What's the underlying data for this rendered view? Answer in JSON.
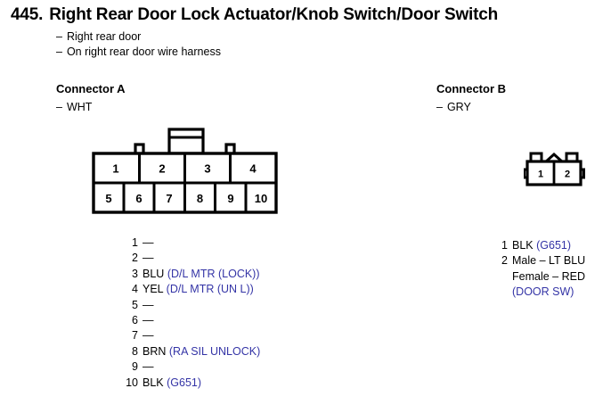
{
  "title": {
    "number": "445.",
    "text": "Right Rear Door Lock Actuator/Knob Switch/Door Switch"
  },
  "bullets": [
    {
      "dash": "–",
      "text": "Right rear door"
    },
    {
      "dash": "–",
      "text": "On right rear door wire harness"
    }
  ],
  "connector_a": {
    "heading": "Connector A",
    "dash": "–",
    "color": "WHT",
    "diagram": {
      "top_row": [
        "1",
        "2",
        "3",
        "4"
      ],
      "bottom_row": [
        "5",
        "6",
        "7",
        "8",
        "9",
        "10"
      ]
    },
    "pins": [
      {
        "num": "1",
        "lines": [
          {
            "wire": "—",
            "circuit": ""
          }
        ]
      },
      {
        "num": "2",
        "lines": [
          {
            "wire": "—",
            "circuit": ""
          }
        ]
      },
      {
        "num": "3",
        "lines": [
          {
            "wire": "BLU",
            "circuit": "(D/L MTR (LOCK))"
          }
        ]
      },
      {
        "num": "4",
        "lines": [
          {
            "wire": "YEL",
            "circuit": "(D/L MTR (UN L))"
          }
        ]
      },
      {
        "num": "5",
        "lines": [
          {
            "wire": "—",
            "circuit": ""
          }
        ]
      },
      {
        "num": "6",
        "lines": [
          {
            "wire": "—",
            "circuit": ""
          }
        ]
      },
      {
        "num": "7",
        "lines": [
          {
            "wire": "—",
            "circuit": ""
          }
        ]
      },
      {
        "num": "8",
        "lines": [
          {
            "wire": "BRN",
            "circuit": "(RA SIL UNLOCK)"
          }
        ]
      },
      {
        "num": "9",
        "lines": [
          {
            "wire": "—",
            "circuit": ""
          }
        ]
      },
      {
        "num": "10",
        "lines": [
          {
            "wire": "BLK",
            "circuit": "(G651)"
          }
        ]
      }
    ]
  },
  "connector_b": {
    "heading": "Connector B",
    "dash": "–",
    "color": "GRY",
    "diagram": {
      "cells": [
        "1",
        "2"
      ]
    },
    "pins": [
      {
        "num": "1",
        "lines": [
          {
            "wire": "BLK",
            "circuit": "(G651)"
          }
        ]
      },
      {
        "num": "2",
        "lines": [
          {
            "wire": "Male – LT BLU",
            "circuit": ""
          },
          {
            "wire": "Female – RED",
            "circuit": ""
          },
          {
            "wire": "",
            "circuit": "(DOOR SW)"
          }
        ]
      }
    ]
  },
  "colors": {
    "ink": "#000000",
    "circuit_blue": "#3434a6",
    "background": "#ffffff"
  }
}
